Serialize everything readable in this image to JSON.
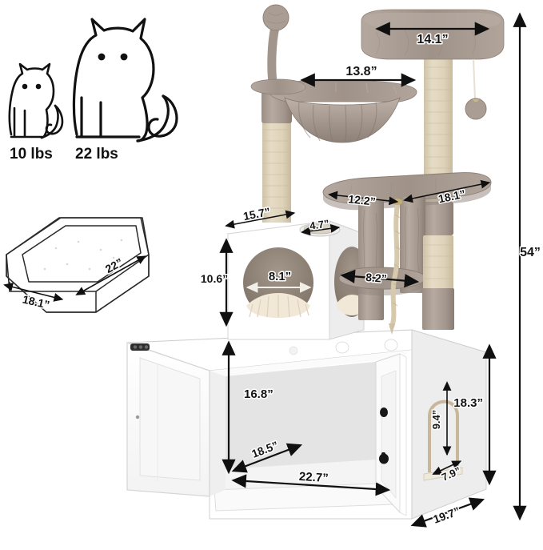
{
  "product": {
    "type": "cat-tree-litter-box-enclosure-dimension-diagram",
    "unit": "inches",
    "overall_height": "54”"
  },
  "cat_scale": {
    "small_cat_weight": "10 lbs",
    "large_cat_weight": "22 lbs"
  },
  "litter_box": {
    "width": "18.1”",
    "length": "22”"
  },
  "dimensions": {
    "top_perch_width": "14.1”",
    "hammock_diameter": "13.8”",
    "mid_perch_depth": "12.2”",
    "mid_perch_width": "18.1”",
    "condo_top_width": "15.7”",
    "bowl_diameter": "4.7”",
    "condo_height": "10.6”",
    "condo_entry_diameter": "8.1”",
    "step_perch_width": "8.2”",
    "total_height": "54”",
    "cabinet_interior_height": "16.8”",
    "cabinet_interior_depth": "18.5”",
    "cabinet_interior_width": "22.7”",
    "cabinet_exterior_height": "18.3”",
    "cabinet_exterior_depth": "19.7”",
    "side_entry_height": "9.4”",
    "side_entry_width": "7.9”"
  },
  "colors": {
    "plush": "#a3968d",
    "plush_dark": "#8b7d74",
    "plush_light": "#bcb1a8",
    "sisal": "#ded4bb",
    "sisal_dark": "#cabfa2",
    "cabinet_white": "#ffffff",
    "cabinet_shade": "#e8e8e8",
    "cabinet_shadow": "#d2d2d2",
    "interior_gray": "#dcdcdc",
    "opening_brown": "#9a8d80",
    "bedding_cream": "#f0e6d8",
    "dim_text": "#141414",
    "outline": "#111111"
  }
}
